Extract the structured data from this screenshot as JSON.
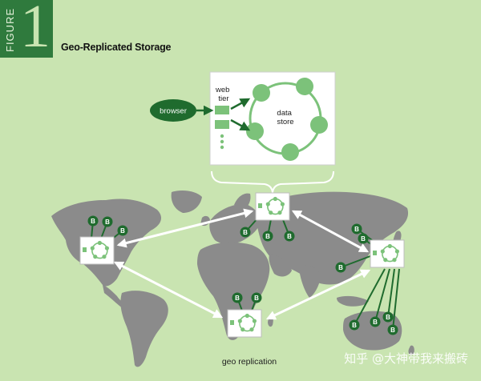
{
  "figure": {
    "badge_word": "FIGURE",
    "badge_number": "1",
    "title": "Geo-Replicated Storage"
  },
  "detail": {
    "browser_label": "browser",
    "web_tier_label": "web tier",
    "data_store_label": "data store"
  },
  "nodes": {
    "replica_badge_label": "B"
  },
  "caption": "geo replication",
  "watermark": "知乎 @大神带我来搬砖",
  "colors": {
    "background": "#c9e4b1",
    "figure_badge": "#2f7a3d",
    "dark_green": "#1f6b2e",
    "light_green_node": "#7cc27a",
    "map_land": "#8b8b8b",
    "replication_arrow": "#ffffff"
  }
}
